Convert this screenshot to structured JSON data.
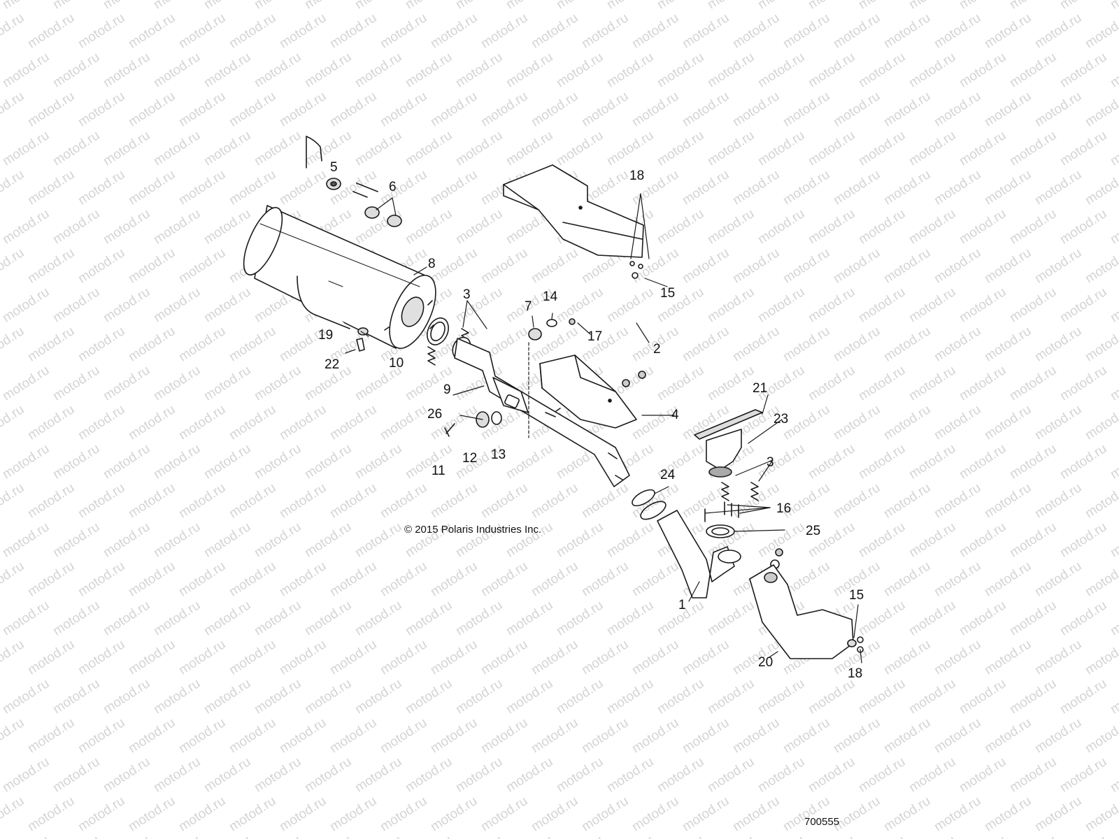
{
  "watermark_text": "motod.ru",
  "copyright": "© 2015 Polaris Industries Inc.",
  "diagram_id": "700555",
  "callouts": {
    "c1": "1",
    "c2": "2",
    "c3a": "3",
    "c3b": "3",
    "c4": "4",
    "c5": "5",
    "c6": "6",
    "c7": "7",
    "c8": "8",
    "c9": "9",
    "c10": "10",
    "c11": "11",
    "c12": "12",
    "c13": "13",
    "c14": "14",
    "c15a": "15",
    "c15b": "15",
    "c16": "16",
    "c17": "17",
    "c18a": "18",
    "c18b": "18",
    "c19": "19",
    "c20": "20",
    "c21": "21",
    "c22": "22",
    "c23": "23",
    "c24": "24",
    "c25": "25",
    "c26": "26"
  }
}
